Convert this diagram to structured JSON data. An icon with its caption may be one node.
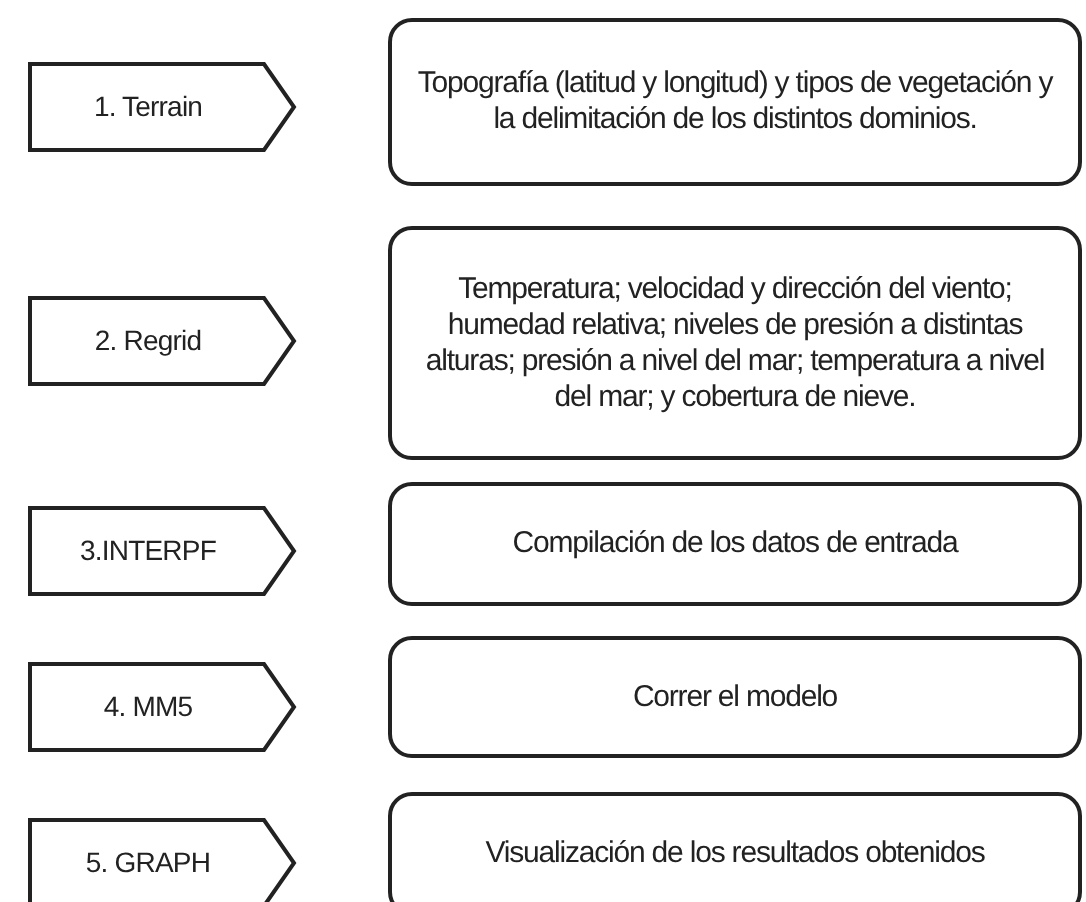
{
  "diagram": {
    "nodes": [
      {
        "text": [
          "1. Terrain"
        ]
      },
      {
        "text": [
          "Topografía (latitud y longitud) y tipos de vegetación y la delimitación de los distintos dominios."
        ]
      },
      {
        "text": [
          "2. Regrid"
        ]
      },
      {
        "text": [
          "Temperatura; velocidad y dirección del viento; humedad relativa; niveles de presión a distintas alturas; presión a nivel del mar; temperatura a nivel del mar; y cobertura de nieve."
        ]
      },
      {
        "text": [
          "3.INTERPF"
        ]
      },
      {
        "text": [
          "Compilación de los datos de entrada"
        ]
      },
      {
        "text": [
          "4. MM5"
        ]
      },
      {
        "text": [
          "Correr el modelo"
        ]
      },
      {
        "text": [
          "5. GRAPH"
        ]
      },
      {
        "text": [
          "Visualización de los resultados obtenidos"
        ]
      }
    ]
  }
}
